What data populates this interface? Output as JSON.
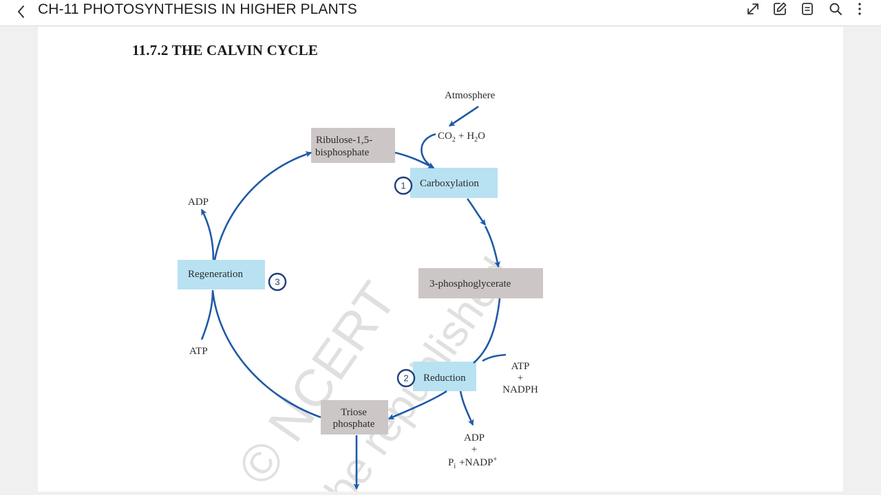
{
  "toolbar": {
    "title": "CH-11 PHOTOSYNTHESIS IN HIGHER PLANTS",
    "icons": [
      "chevron-left-icon",
      "expand-icon",
      "edit-icon",
      "document-icon",
      "search-icon",
      "more-vertical-icon"
    ]
  },
  "page": {
    "heading": "11.7.2 THE CALVIN CYCLE"
  },
  "diagram": {
    "atmosphere": "Atmosphere",
    "co2": "CO",
    "co2_sub": "2",
    "plus": "+",
    "h2o_h": "H",
    "h2o_sub": "2",
    "h2o_o": "O",
    "rubp_line1": "Ribulose-1,5-",
    "rubp_line2": "bisphosphate",
    "carboxylation": "Carboxylation",
    "step1": "1",
    "pga": "3-phosphoglycerate",
    "reduction": "Reduction",
    "step2": "2",
    "atp_in": "ATP",
    "nadph_plus": "+",
    "nadph": "NADPH",
    "adp_out": "ADP",
    "adp_plus": "+",
    "pi": "P",
    "pi_sub": "i",
    "nadp": "+NADP",
    "nadp_sup": "+",
    "triose_line1": "Triose",
    "triose_line2": "phosphate",
    "regeneration": "Regeneration",
    "step3": "3",
    "adp_regen": "ADP",
    "atp_regen": "ATP"
  },
  "watermark": {
    "line1": "© NCERT",
    "line2": "be republished"
  },
  "colors": {
    "arrow": "#1f5aa6",
    "blue_box": "#b8e2f2",
    "gray_box": "#cdc6c6",
    "circle": "#1f3f7a"
  }
}
